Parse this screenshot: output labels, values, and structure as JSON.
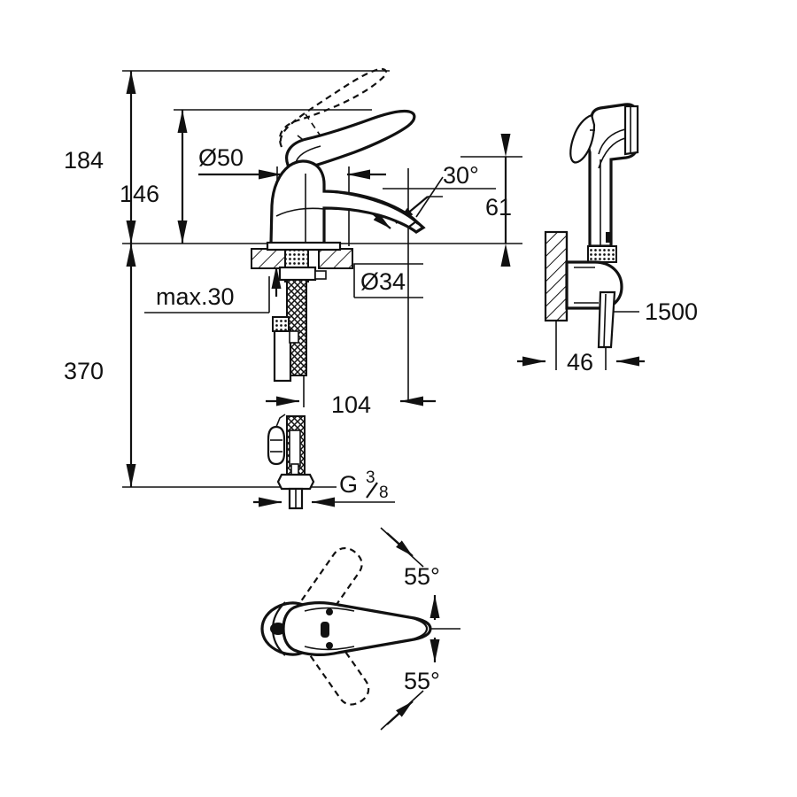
{
  "document": {
    "type": "technical-dimension-drawing",
    "subject": "Single-lever basin mixer with bidet hand spray",
    "units": "mm",
    "line_color": "#111111",
    "background_color": "#ffffff"
  },
  "views": {
    "front_elevation": {
      "name": "Faucet front elevation with mounting shank and flexible hose"
    },
    "side_spray": {
      "name": "Wall-mounted hand spray side view"
    },
    "top_plan": {
      "name": "Spout top view showing swivel range"
    }
  },
  "dimensions": {
    "overall_height": "184",
    "spout_height": "146",
    "handle_clearance_diameter": "Ø50",
    "base_diameter": "Ø34",
    "deck_thickness_max": "max.30",
    "below_deck_length": "370",
    "spout_reach": "104",
    "outlet_projection": "61",
    "outlet_angle": "30°",
    "thread_size_prefix": "G",
    "thread_numerator": "3",
    "thread_denominator": "8",
    "hose_length": "1500",
    "bracket_projection": "46",
    "swivel_left": "55°",
    "swivel_right": "55°"
  },
  "labels": [
    {
      "id": "d184",
      "text": "184",
      "kind": "linear-vertical"
    },
    {
      "id": "d146",
      "text": "146",
      "kind": "linear-vertical"
    },
    {
      "id": "d50",
      "text": "Ø50",
      "kind": "diameter"
    },
    {
      "id": "d30deg",
      "text": "30°",
      "kind": "angular"
    },
    {
      "id": "d61",
      "text": "61",
      "kind": "linear-vertical"
    },
    {
      "id": "d34",
      "text": "Ø34",
      "kind": "diameter"
    },
    {
      "id": "dmax30",
      "text": "max.30",
      "kind": "linear-vertical-max"
    },
    {
      "id": "d370",
      "text": "370",
      "kind": "linear-vertical"
    },
    {
      "id": "d104",
      "text": "104",
      "kind": "linear-horizontal"
    },
    {
      "id": "dG38",
      "text": "G 3/8",
      "kind": "thread"
    },
    {
      "id": "d1500",
      "text": "1500",
      "kind": "leader-note"
    },
    {
      "id": "d46",
      "text": "46",
      "kind": "linear-horizontal"
    },
    {
      "id": "d55a",
      "text": "55°",
      "kind": "angular"
    },
    {
      "id": "d55b",
      "text": "55°",
      "kind": "angular"
    }
  ]
}
